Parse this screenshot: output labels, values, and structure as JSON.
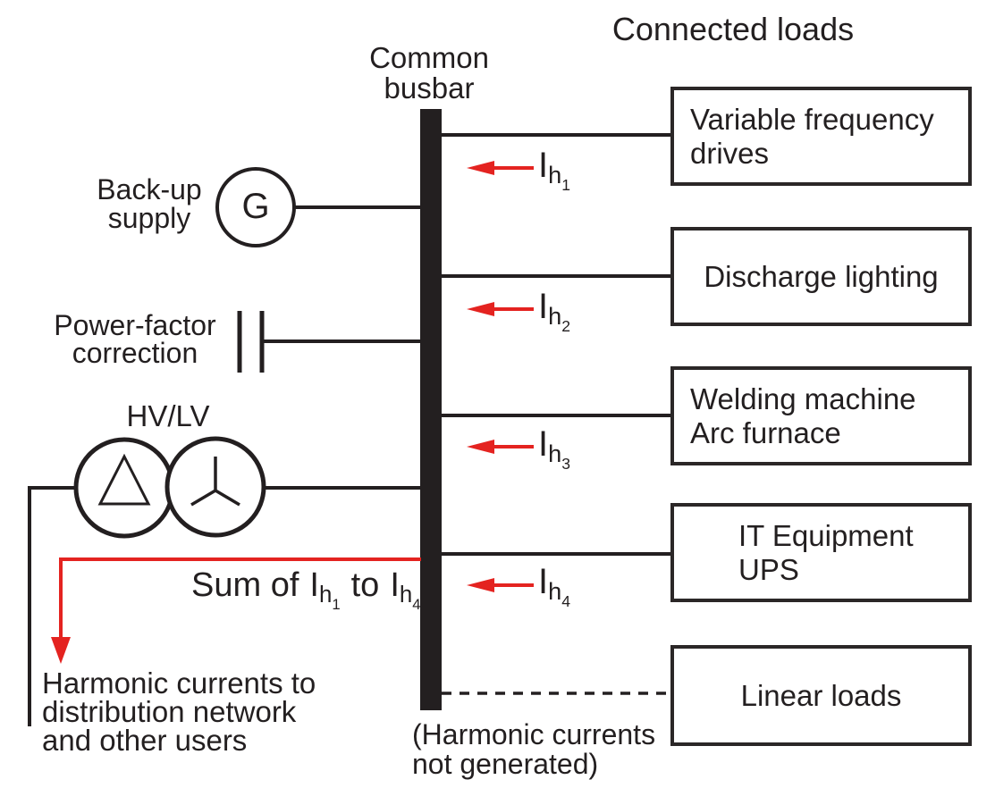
{
  "colors": {
    "ink": "#231f20",
    "arrow_red": "#e42320",
    "background": "#ffffff"
  },
  "title": "Connected loads",
  "busbar": {
    "label_line1": "Common",
    "label_line2": "busbar"
  },
  "backup_supply": {
    "label_line1": "Back-up",
    "label_line2": "supply",
    "symbol": "G"
  },
  "power_factor": {
    "label_line1": "Power-factor",
    "label_line2": "correction"
  },
  "transformer": {
    "label": "HV/LV"
  },
  "loads": [
    {
      "lines": [
        "Variable frequency",
        "drives"
      ]
    },
    {
      "lines": [
        "Discharge lighting"
      ]
    },
    {
      "lines": [
        "Welding machine",
        "Arc furnace"
      ]
    },
    {
      "lines": [
        "IT Equipment",
        "UPS"
      ]
    },
    {
      "lines": [
        "Linear loads"
      ]
    }
  ],
  "harmonic_arrows": [
    {
      "symbol": "I",
      "sub": "h",
      "index": "1"
    },
    {
      "symbol": "I",
      "sub": "h",
      "index": "2"
    },
    {
      "symbol": "I",
      "sub": "h",
      "index": "3"
    },
    {
      "symbol": "I",
      "sub": "h",
      "index": "4"
    }
  ],
  "sum_label": {
    "prefix": "Sum of",
    "symbol1": {
      "symbol": "I",
      "sub": "h",
      "index": "1"
    },
    "connector": "to",
    "symbol2": {
      "symbol": "I",
      "sub": "h",
      "index": "4"
    }
  },
  "outflow_note": {
    "line1": "Harmonic currents to",
    "line2": "distribution network",
    "line3": "and other users"
  },
  "linear_note": {
    "line1": "(Harmonic currents",
    "line2": "not generated)"
  }
}
